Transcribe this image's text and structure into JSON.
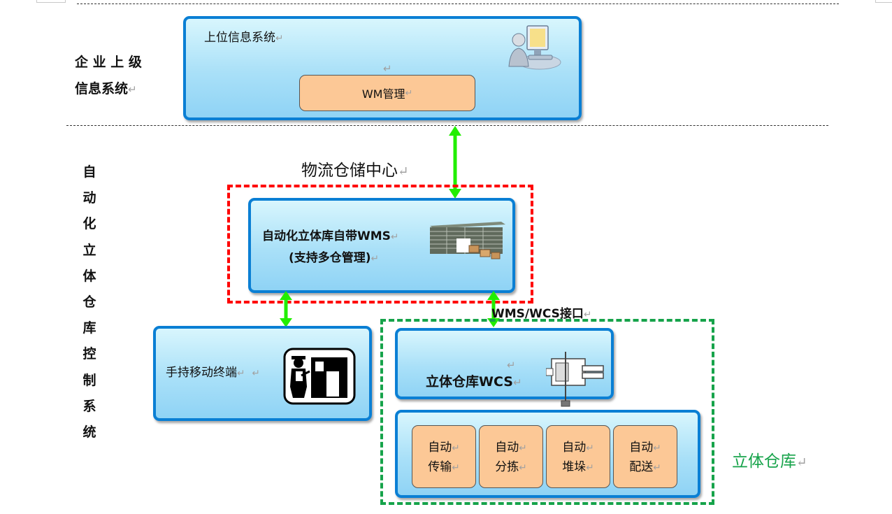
{
  "left_labels": {
    "enterprise_line1": "企 业 上 级",
    "enterprise_line2": "信息系统",
    "auto_chars": [
      "自",
      "动",
      "化",
      "立",
      "体",
      "仓",
      "库",
      "控",
      "制",
      "系",
      "统"
    ]
  },
  "upper_system": {
    "title": "上位信息系统",
    "wm_label": "WM管理"
  },
  "logistics_center": {
    "title": "物流仓储中心"
  },
  "wms_box": {
    "line1": "自动化立体库自带WMS",
    "line2": "(支持多仓管理)"
  },
  "interface": {
    "label": "WMS/WCS接口"
  },
  "handheld": {
    "label": "手持移动终端"
  },
  "wcs_box": {
    "label": "立体仓库WCS"
  },
  "functions": [
    {
      "line1": "自动",
      "line2": "传输"
    },
    {
      "line1": "自动",
      "line2": "分拣"
    },
    {
      "line1": "自动",
      "line2": "堆垛"
    },
    {
      "line1": "自动",
      "line2": "配送"
    }
  ],
  "warehouse_label": "立体仓库",
  "colors": {
    "box_border": "#0a7fd4",
    "peach_fill": "#fcc896",
    "arrow": "#22ee00",
    "red_dash": "#ff0000",
    "green_dash": "#16a34a",
    "warehouse_text": "#16a34a"
  }
}
